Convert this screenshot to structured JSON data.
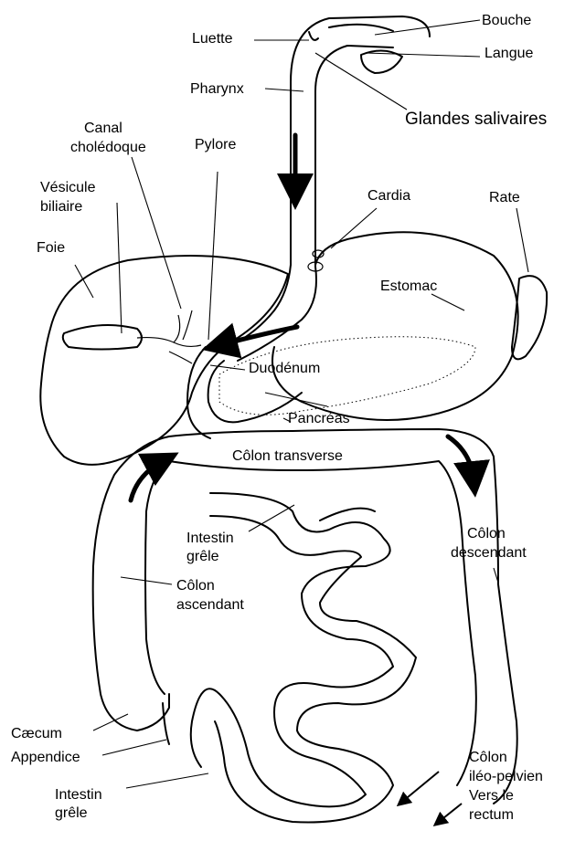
{
  "labels": {
    "bouche": "Bouche",
    "luette": "Luette",
    "langue": "Langue",
    "pharynx": "Pharynx",
    "glandes": "Glandes salivaires",
    "canal_1": "Canal",
    "canal_2": "cholédoque",
    "pylore": "Pylore",
    "vesicule_1": "Vésicule",
    "vesicule_2": "biliaire",
    "cardia": "Cardia",
    "rate": "Rate",
    "foie": "Foie",
    "estomac": "Estomac",
    "duodenum": "Duodénum",
    "pancreas": "Pancréas",
    "colon_transverse": "Côlon transverse",
    "intestin_1": "Intestin",
    "intestin_2": "grêle",
    "colon_desc_1": "Côlon",
    "colon_desc_2": "descendant",
    "colon_asc_1": "Côlon",
    "colon_asc_2": "ascendant",
    "caecum": "Cæcum",
    "appendice": "Appendice",
    "intestin_b1": "Intestin",
    "intestin_b2": "grêle",
    "colon_ilp_1": "Côlon",
    "colon_ilp_2": "iléo-pelvien",
    "rectum_1": "Vers le",
    "rectum_2": "rectum"
  },
  "colors": {
    "liver_fill": "#d9d9d9",
    "line": "#000000"
  }
}
